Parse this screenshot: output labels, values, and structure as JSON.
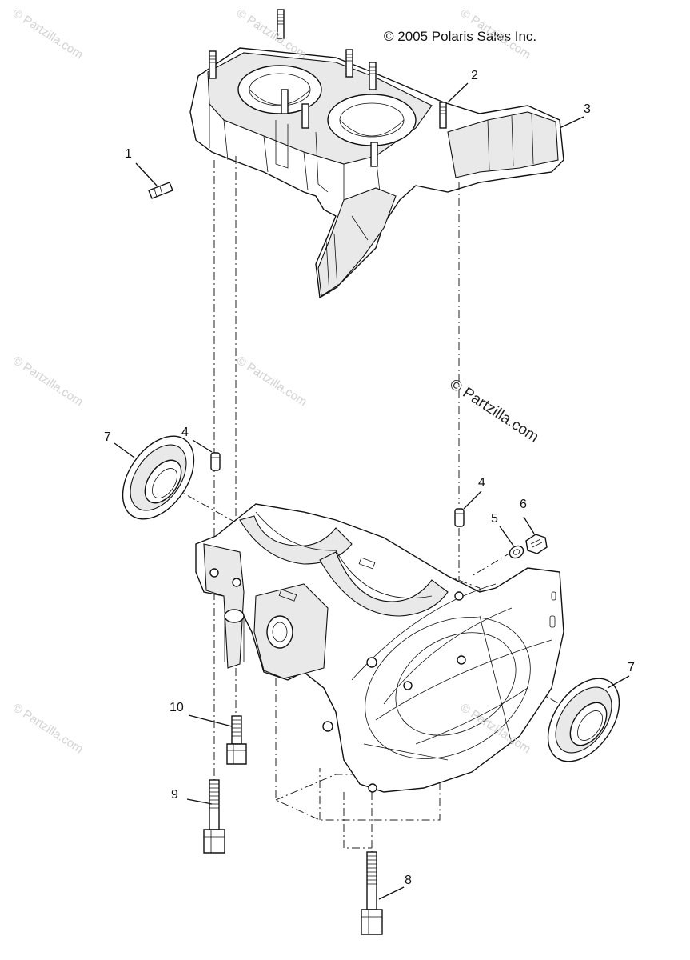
{
  "copyright": "© 2005 Polaris Sales Inc.",
  "watermark_main": "© Partzilla.com",
  "watermark_faint": "© Partzilla.com",
  "callouts": [
    {
      "id": "c1",
      "label": "1"
    },
    {
      "id": "c2",
      "label": "2"
    },
    {
      "id": "c3",
      "label": "3"
    },
    {
      "id": "c4a",
      "label": "4"
    },
    {
      "id": "c4b",
      "label": "4"
    },
    {
      "id": "c5",
      "label": "5"
    },
    {
      "id": "c6",
      "label": "6"
    },
    {
      "id": "c7a",
      "label": "7"
    },
    {
      "id": "c7b",
      "label": "7"
    },
    {
      "id": "c8",
      "label": "8"
    },
    {
      "id": "c9",
      "label": "9"
    },
    {
      "id": "c10",
      "label": "10"
    }
  ]
}
